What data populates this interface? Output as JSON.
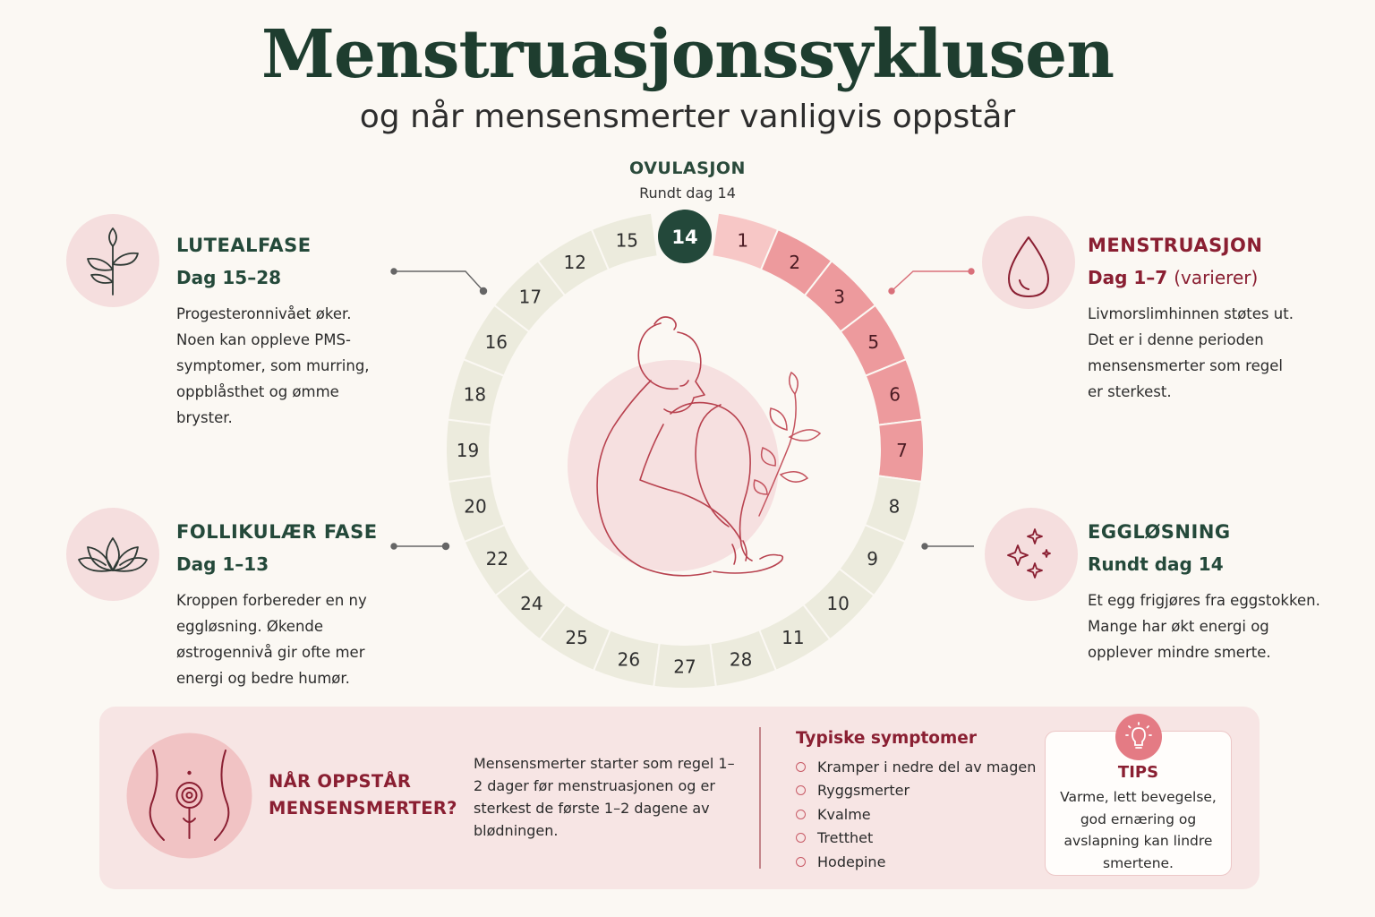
{
  "header": {
    "title": "Menstruasjonssyklusen",
    "subtitle": "og når mensensmerter vanligvis oppstår"
  },
  "ovulation_marker": {
    "label": "OVULASJON",
    "sub": "Rundt dag 14",
    "day": "14"
  },
  "cycle": {
    "segments_clockwise_from_top": [
      "1",
      "2",
      "3",
      "5",
      "6",
      "7",
      "8",
      "9",
      "10",
      "11",
      "28",
      "27",
      "26",
      "25",
      "24",
      "22",
      "20",
      "19",
      "18",
      "16",
      "17",
      "12",
      "15"
    ],
    "menstruation_count": 6,
    "colors": {
      "menstruation": "#ed9a9d",
      "menstruation_light": "#f7c7c6",
      "phase": "#ecebdd",
      "ovulation": "#23483a",
      "inner": "#f4dcdc"
    }
  },
  "phases": {
    "luteal": {
      "title": "LUTEALFASE",
      "days": "Dag 15–28",
      "text": "Progesteronnivået øker. Noen kan oppleve PMS-symptomer, som murring, oppblåsthet og ømme bryster.",
      "icon": "plant-icon"
    },
    "follicular": {
      "title": "FOLLIKULÆR FASE",
      "days": "Dag 1–13",
      "text": "Kroppen forbereder en ny eggløsning. Økende østrogennivå gir ofte mer energi og bedre humør.",
      "icon": "lotus-icon"
    },
    "menstruation": {
      "title": "MENSTRUASJON",
      "days": "Dag 1–7",
      "days_note": "(varierer)",
      "text": "Livmorslimhinnen støtes ut. Det er i denne perioden mensensmerter som regel er sterkest.",
      "icon": "drop-icon"
    },
    "ovulation": {
      "title": "EGGLØSNING",
      "days": "Rundt dag 14",
      "text": "Et egg frigjøres fra eggstokken. Mange har økt energi og opplever mindre smerte.",
      "icon": "sparkle-icon"
    }
  },
  "pain_info": {
    "title_line1": "NÅR OPPSTÅR",
    "title_line2": "MENSENSMERTER?",
    "text": "Mensensmerter starter som regel 1–2 dager før menstruasjonen og er sterkest de første 1–2 dagene av blødningen."
  },
  "symptoms": {
    "title": "Typiske symptomer",
    "items": [
      "Kramper i nedre del av magen",
      "Ryggsmerter",
      "Kvalme",
      "Tretthet",
      "Hodepine"
    ]
  },
  "tips": {
    "title": "TIPS",
    "text": "Varme, lett bevegelse, god ernæring og avslapning kan lindre smertene."
  }
}
